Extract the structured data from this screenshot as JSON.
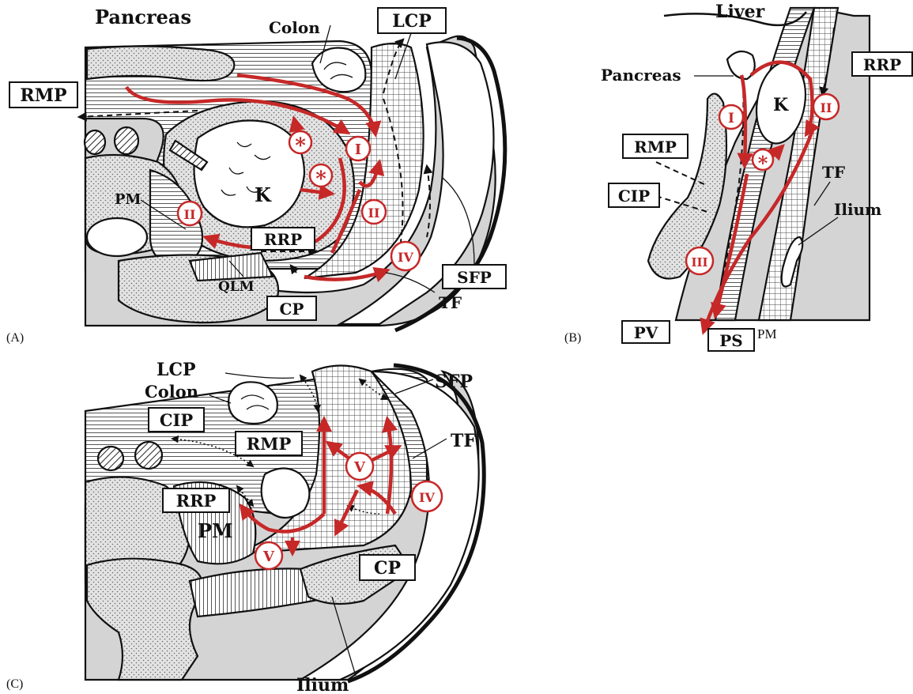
{
  "panels": {
    "a": {
      "caption": "(A)",
      "labels": {
        "pancreas": "Pancreas",
        "colon": "Colon",
        "lcp": "LCP",
        "rmp": "RMP",
        "pm": "PM",
        "k": "K",
        "rrp": "RRP",
        "qlm": "QLM",
        "cp": "CP",
        "sfp": "SFP",
        "tf": "TF"
      },
      "markers": {
        "i": "I",
        "ii_left": "II",
        "ii_right": "II",
        "iv": "IV",
        "star_1": "*",
        "star_2": "*"
      }
    },
    "b": {
      "caption": "(B)",
      "labels": {
        "liver": "Liver",
        "rrp": "RRP",
        "pancreas": "Pancreas",
        "k": "K",
        "rmp": "RMP",
        "tf": "TF",
        "cip": "CIP",
        "ilium": "Ilium",
        "pv": "PV",
        "ps": "PS",
        "pm": "PM"
      },
      "markers": {
        "i": "I",
        "ii": "II",
        "iii": "III",
        "star": "*"
      }
    },
    "c": {
      "caption": "(C)",
      "labels": {
        "lcp": "LCP",
        "colon": "Colon",
        "sfp": "SFP",
        "cip": "CIP",
        "rmp": "RMP",
        "tf": "TF",
        "rrp": "RRP",
        "pm": "PM",
        "cp": "CP",
        "ilium": "Ilium"
      },
      "markers": {
        "v_top": "V",
        "v_bottom": "V",
        "iv": "IV"
      }
    }
  },
  "colors": {
    "arrow_red": "#c62828",
    "ink": "#111111",
    "tissue_gray": "#d4d4d4",
    "bone_gray": "#dcdcdc"
  }
}
